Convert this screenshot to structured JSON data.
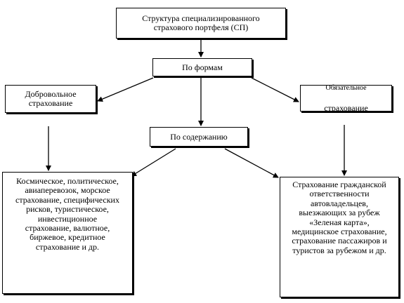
{
  "title_box": "Структура специализированного\nстрахового портфеля (СП)",
  "by_forms": "По формам",
  "voluntary": "Добровольное\nстрахование",
  "mandatory_heading": "Обязательное",
  "mandatory_sub": "страхование",
  "by_content": "По содержанию",
  "voluntary_types": "Космическое, политическое,\nавиаперевозок, морское\nстрахование, специфических\nрисков, туристическое,\nинвестиционное\nстрахование, валютное,\nбиржевое, кредитное\nстрахование и др.",
  "mandatory_types": "Страхование гражданской\nответственности\nавтовладельцев,\nвыезжающих за рубеж\n«Зеленая карта»,\nмедицинское страхование,\nстрахование пассажиров и\nтуристов за рубежом и др."
}
